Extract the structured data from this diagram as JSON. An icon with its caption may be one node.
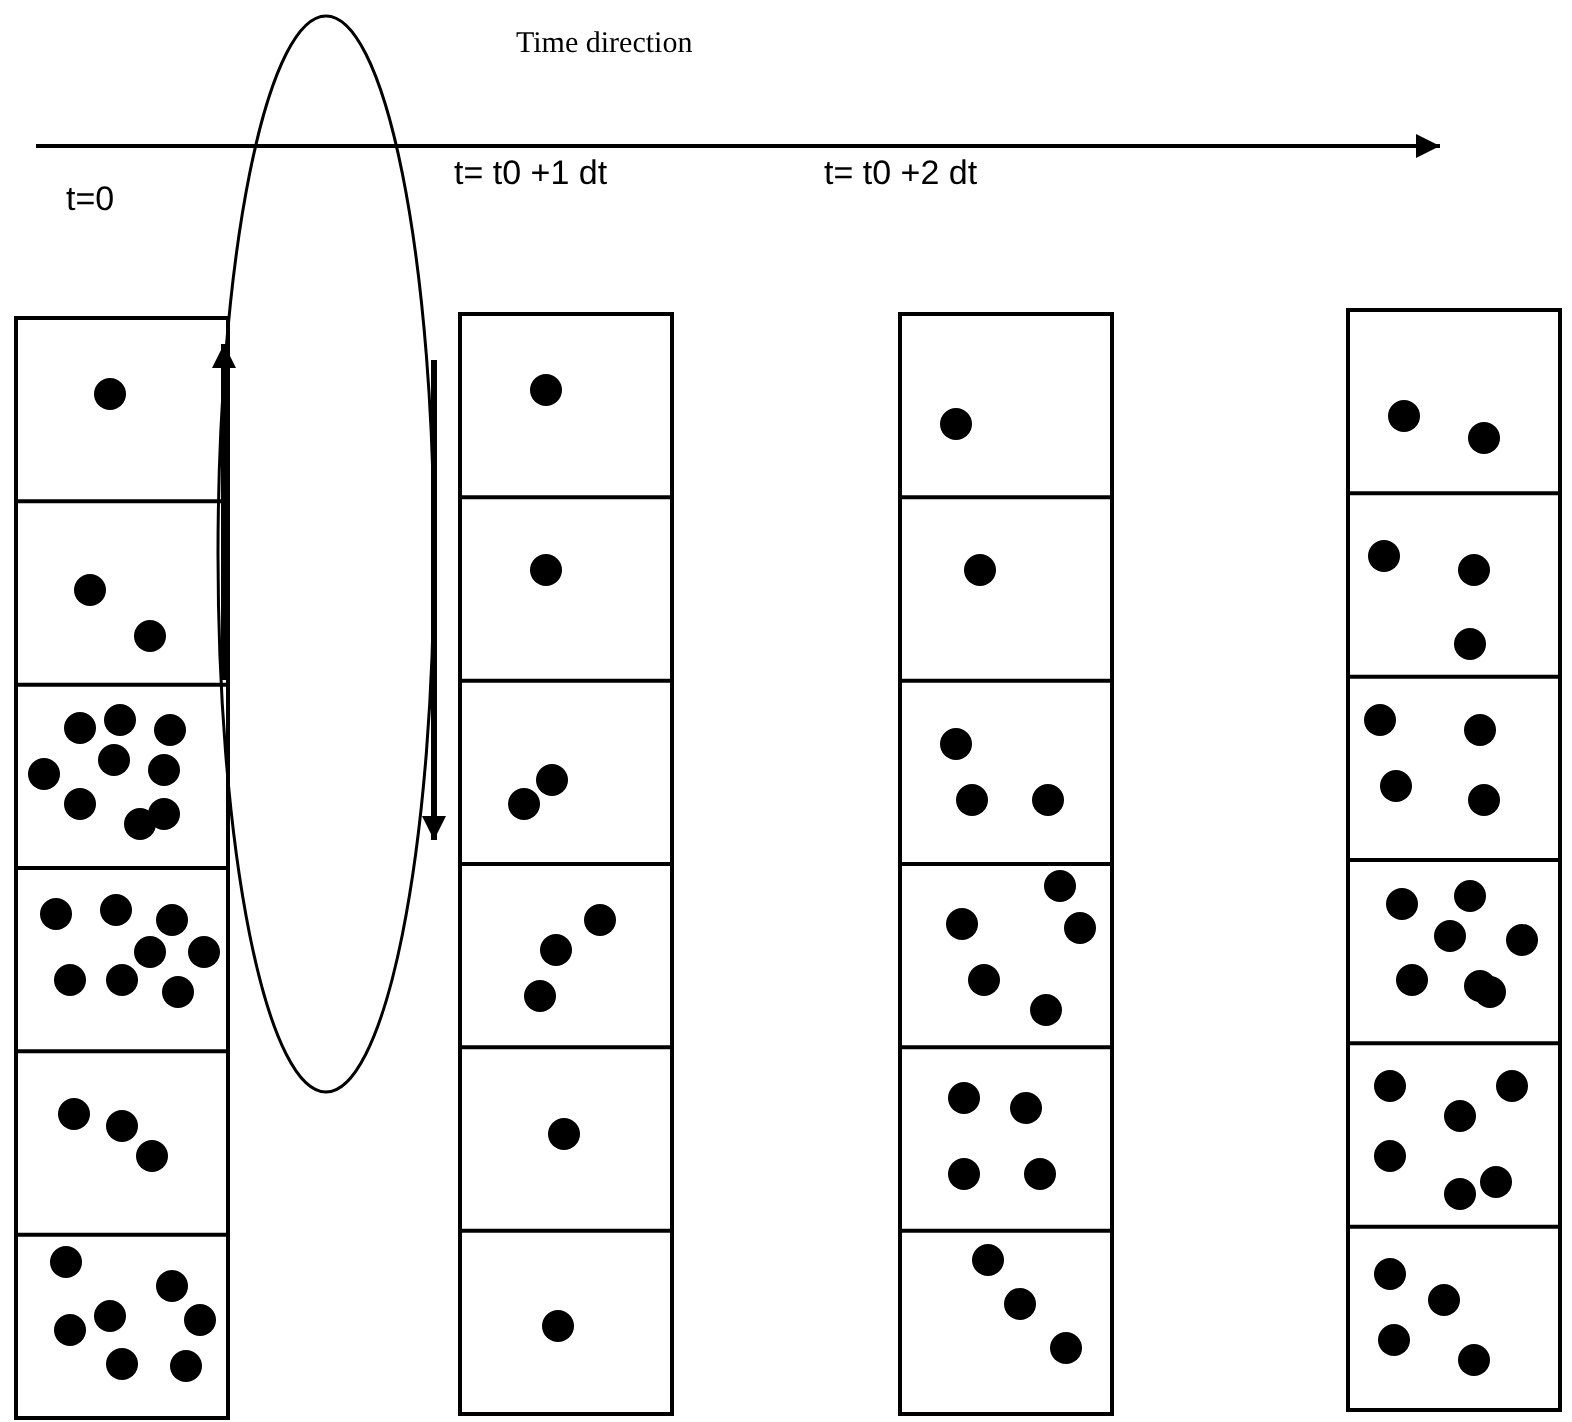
{
  "diagram": {
    "labels": [
      "Time direction",
      "t=0",
      "t= t0 +1 dt",
      "t= t0 +2 dt"
    ]
  }
}
